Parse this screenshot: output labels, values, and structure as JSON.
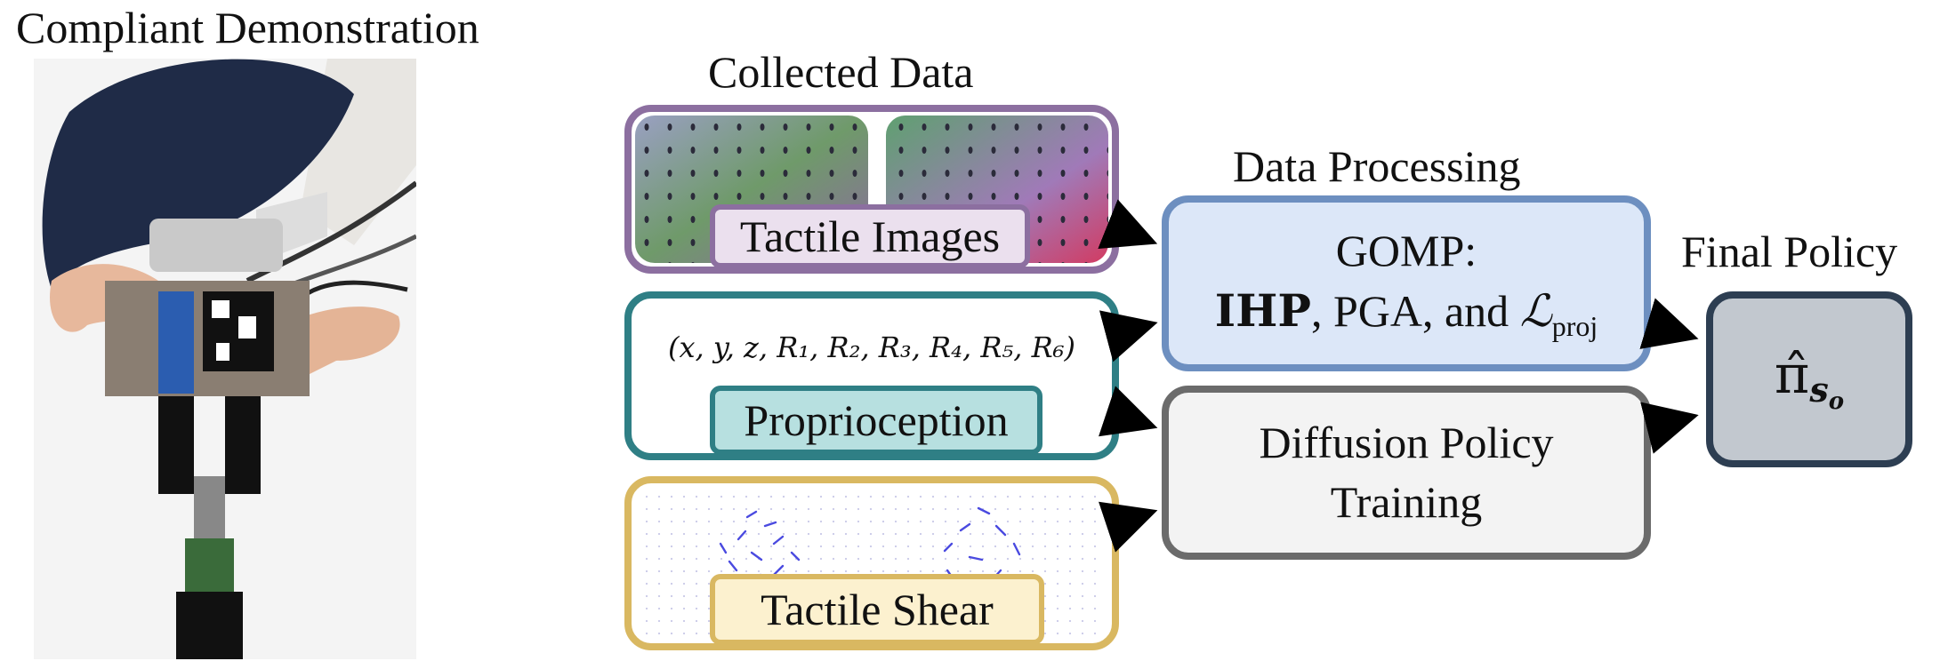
{
  "demo": {
    "title": "Compliant Demonstration"
  },
  "collected": {
    "title": "Collected Data",
    "tactile_images": "Tactile Images",
    "proprio_formula": "(x, y, z, R₁, R₂, R₃, R₄, R₅, R₆)",
    "proprioception": "Proprioception",
    "tactile_shear": "Tactile Shear"
  },
  "processing": {
    "title": "Data Processing",
    "gomp_line1": "GOMP:",
    "gomp_ihp": "IHP",
    "gomp_rest": ", PGA, and ",
    "gomp_loss": "ℒ",
    "gomp_loss_sub": "proj",
    "diffusion_line1": "Diffusion Policy",
    "diffusion_line2": "Training"
  },
  "final": {
    "title": "Final Policy",
    "pi": "π̂",
    "pi_sub": "s",
    "pi_subsub": "o"
  },
  "colors": {
    "tactile_images_border": "#8c6fa0",
    "proprio_border": "#2f7f85",
    "proprio_pill": "#b7e0e0",
    "shear_border": "#d9b861",
    "shear_pill": "#fcf1cf",
    "gomp_border": "#6d8fc0",
    "gomp_fill": "#dce7f8",
    "diffusion_border": "#6b6b6b",
    "diffusion_fill": "#f3f3f3",
    "final_border": "#2d3e52",
    "final_fill": "#c2c8cf"
  }
}
